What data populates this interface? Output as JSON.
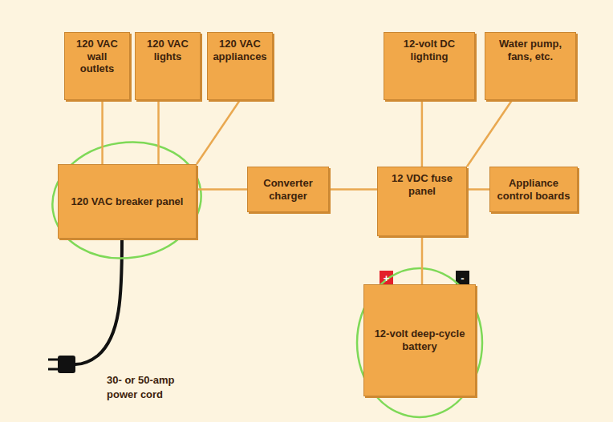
{
  "diagram": {
    "nodes": [
      {
        "text": [
          "120 VAC wall outlets"
        ]
      },
      {
        "text": [
          "120 VAC lights"
        ]
      },
      {
        "text": [
          "120 VAC appliances"
        ]
      },
      {
        "text": [
          "12-volt DC lighting"
        ]
      },
      {
        "text": [
          "Water pump, fans, etc."
        ]
      },
      {
        "text": [
          "120 VAC breaker panel"
        ]
      },
      {
        "text": [
          "Converter charger"
        ]
      },
      {
        "text": [
          "12 VDC fuse panel"
        ]
      },
      {
        "text": [
          "Appliance control boards"
        ]
      },
      {
        "text": [
          "12-volt deep-cycle battery"
        ]
      }
    ],
    "edges": [
      {
        "from": 0,
        "to": 5,
        "arrow": "none"
      },
      {
        "from": 1,
        "to": 5,
        "arrow": "none"
      },
      {
        "from": 2,
        "to": 5,
        "arrow": "none"
      },
      {
        "from": 5,
        "to": 6,
        "arrow": "none"
      },
      {
        "from": 6,
        "to": 7,
        "arrow": "none"
      },
      {
        "from": 3,
        "to": 7,
        "arrow": "none"
      },
      {
        "from": 4,
        "to": 7,
        "arrow": "none"
      },
      {
        "from": 7,
        "to": 8,
        "arrow": "none"
      },
      {
        "from": 7,
        "to": 9,
        "arrow": "none"
      }
    ],
    "labels": [
      "30- or 50-amp power cord",
      "+",
      "-"
    ]
  }
}
